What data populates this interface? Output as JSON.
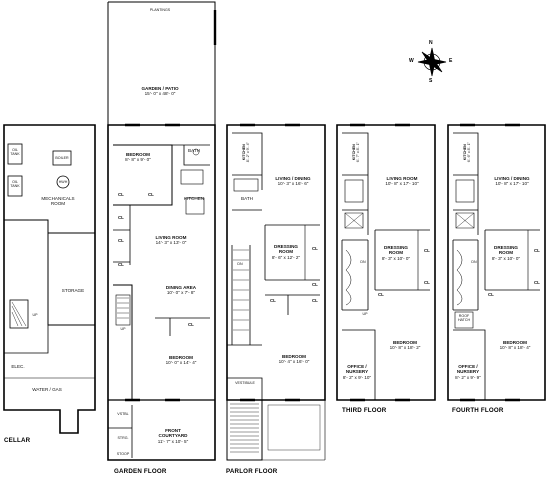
{
  "floors": {
    "cellar": "CELLAR",
    "garden": "GARDEN FLOOR",
    "parlor": "PARLOR FLOOR",
    "third": "THIRD FLOOR",
    "fourth": "FOURTH FLOOR"
  },
  "cellar": {
    "oil_tank_1": "OIL\nTANK",
    "oil_tank_2": "OIL\nTANK",
    "boiler": "BOILER",
    "hwh": "HWH",
    "mechanicals": "MECHANICALS\nROOM",
    "storage": "STORAGE",
    "elec": "ELEC.",
    "water_gas": "WATER / GAS",
    "up": "UP"
  },
  "garden": {
    "plantings": "PLANTINGS",
    "garden_patio_name": "GARDEN / PATIO",
    "garden_patio_dim": "15'- 0\" x 48'- 0\"",
    "bedroom1_name": "BEDROOM",
    "bedroom1_dim": "8'- 8\" x 9'- 0\"",
    "bath": "BATH",
    "kitchen": "KITCHEN",
    "living_name": "LIVING ROOM",
    "living_dim": "14'- 3\" x 13'- 0\"",
    "dining_name": "DINING AREA",
    "dining_dim": "10'- 0\" x 7'- 8\"",
    "bedroom2_name": "BEDROOM",
    "bedroom2_dim": "10'- 0\" x 14'- 4\"",
    "vstbl": "VSTBL",
    "strg": "STRG.",
    "stoop": "STOOP",
    "courtyard_name": "FRONT\nCOURTYARD",
    "courtyard_dim": "11'- 7\" x 10'- 5\"",
    "up": "UP"
  },
  "parlor": {
    "kitchen_name": "KITCHEN",
    "kitchen_dim": "8'- 2\" x 9'- 4\"",
    "living_name": "LIVING / DINING",
    "living_dim": "10'- 3\" x 16'- 6\"",
    "bath": "BATH",
    "dressing_name": "DRESSING\nROOM",
    "dressing_dim": "8'- 6\" x 12'- 2\"",
    "bedroom_name": "BEDROOM",
    "bedroom_dim": "10'- 4\" x 16'- 0\"",
    "vestibule": "VESTIBULE",
    "dn": "DN"
  },
  "third": {
    "kitchen_name": "KITCHEN",
    "kitchen_dim": "6'- 7\" x 8'- 1\"",
    "living_name": "LIVING ROOM",
    "living_dim": "10'- 8\" x 17'- 10\"",
    "dressing_name": "DRESSING\nROOM",
    "dressing_dim": "8'- 3\" x 10'- 0\"",
    "bedroom_name": "BEDROOM",
    "bedroom_dim": "10'- 8\" x 18'- 2\"",
    "office_name": "OFFICE /\nNURSERY",
    "office_dim": "8'- 2\" x 9'- 10\"",
    "dn": "DN",
    "up": "UP"
  },
  "fourth": {
    "kitchen_name": "KITCHEN",
    "kitchen_dim": "6'- 6\" x 8'- 1\"",
    "living_name": "LIVING / DINING",
    "living_dim": "10'- 8\" x 17'- 10\"",
    "dressing_name": "DRESSING\nROOM",
    "dressing_dim": "8'- 3\" x 10'- 0\"",
    "bedroom_name": "BEDROOM",
    "bedroom_dim": "10'- 8\" x 18'- 4\"",
    "office_name": "OFFICE /\nNURSERY",
    "office_dim": "8'- 2\" x 9'- 9\"",
    "roof_hatch": "ROOF\nHATCH",
    "dn": "DN"
  },
  "closet": "CL",
  "compass": {
    "n": "N",
    "s": "S",
    "e": "E",
    "w": "W"
  }
}
